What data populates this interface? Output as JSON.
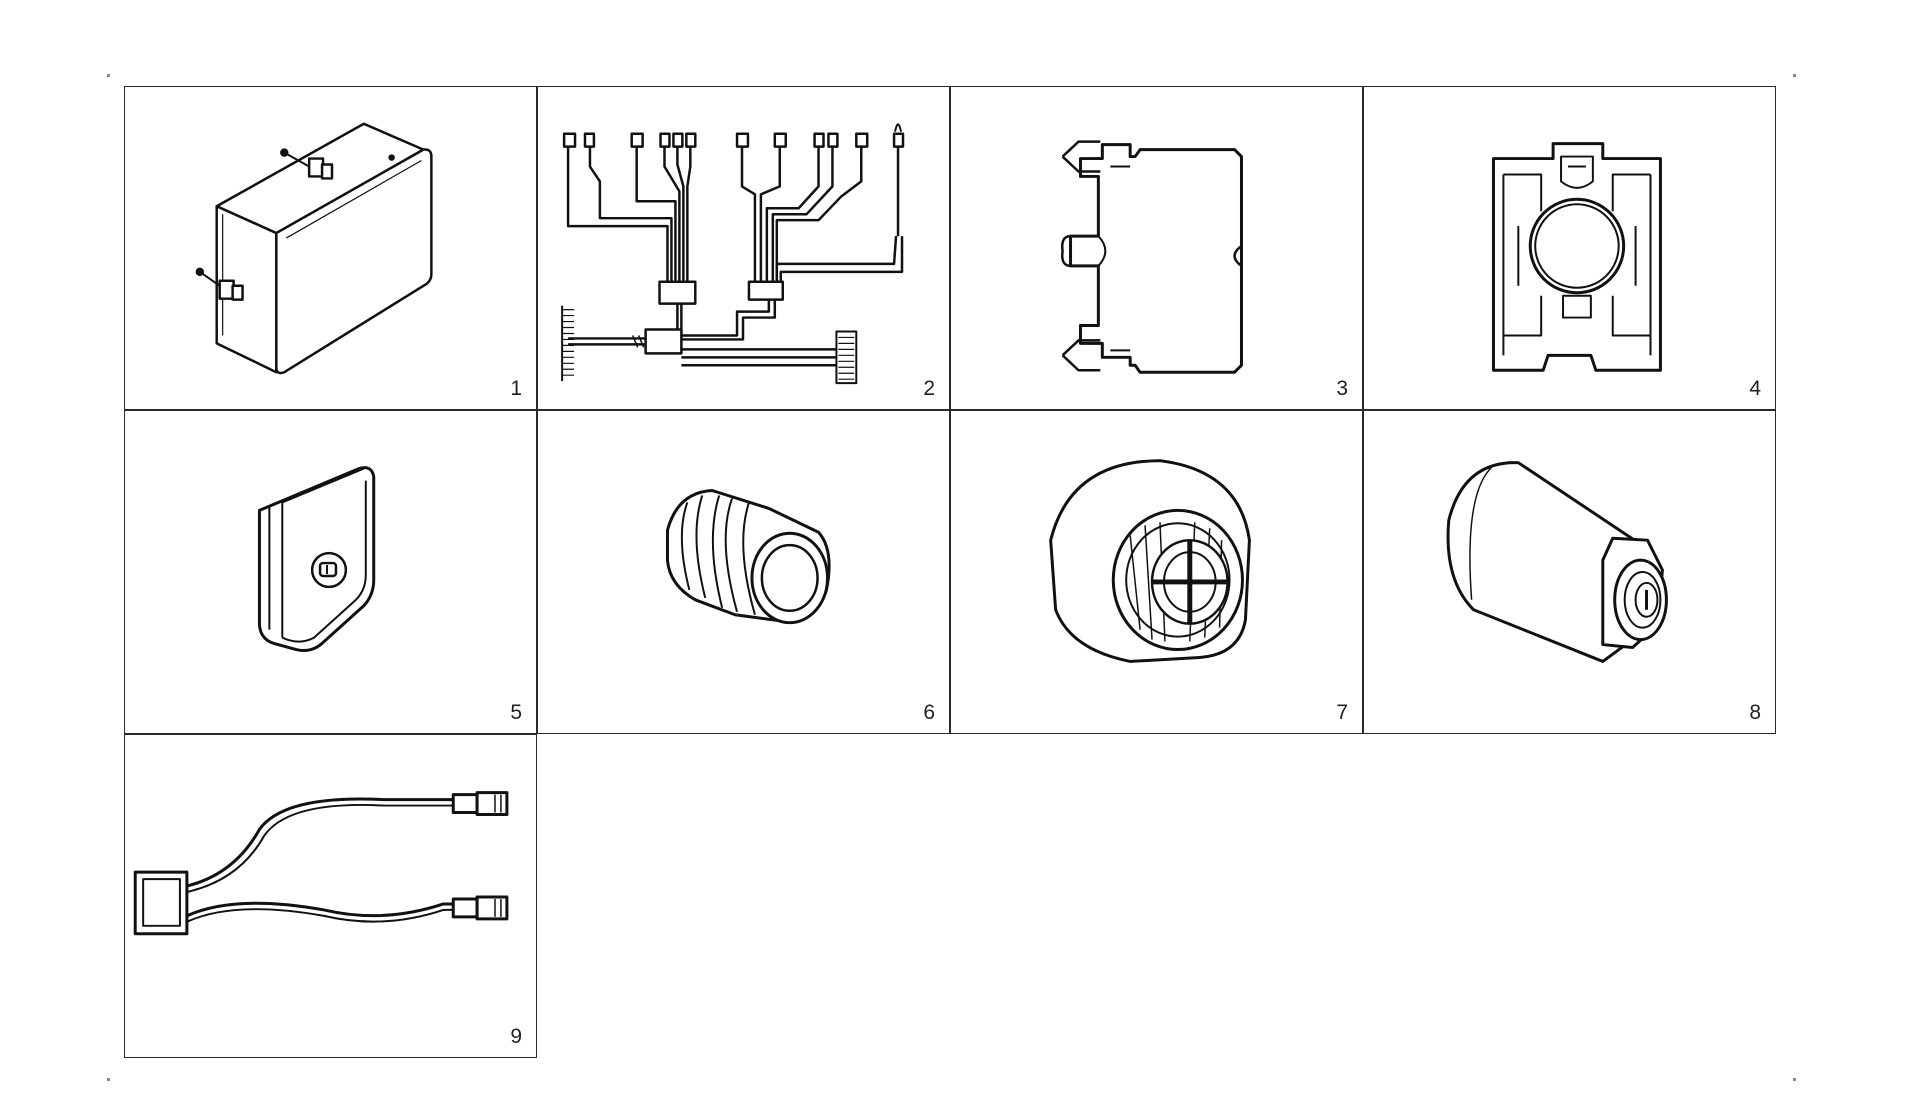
{
  "parts": [
    {
      "number": "1",
      "icon": "electrical-box-icon"
    },
    {
      "number": "2",
      "icon": "wiring-harness-icon"
    },
    {
      "number": "3",
      "icon": "contact-block-icon"
    },
    {
      "number": "4",
      "icon": "mounting-adapter-icon"
    },
    {
      "number": "5",
      "icon": "key-tag-icon"
    },
    {
      "number": "6",
      "icon": "push-button-icon"
    },
    {
      "number": "7",
      "icon": "buzzer-icon"
    },
    {
      "number": "8",
      "icon": "key-switch-icon"
    },
    {
      "number": "9",
      "icon": "y-cable-icon"
    }
  ]
}
